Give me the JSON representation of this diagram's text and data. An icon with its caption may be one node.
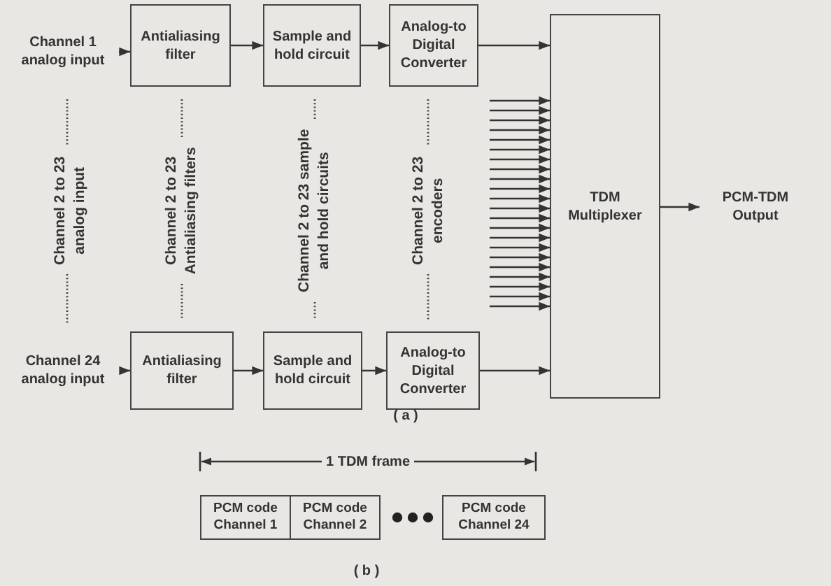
{
  "diagram": {
    "nodes": [
      {
        "text": [
          "Channel 1 analog input"
        ]
      },
      {
        "text": [
          "Antialiasing filter"
        ]
      },
      {
        "text": [
          "Sample and hold circuit"
        ]
      },
      {
        "text": [
          "Analog-to Digital Converter"
        ]
      },
      {
        "text": [
          "TDM Multiplexer"
        ]
      },
      {
        "text": [
          "PCM-TDM Output"
        ]
      },
      {
        "text": [
          "Channel 24 analog input"
        ]
      },
      {
        "text": [
          "Antialiasing filter"
        ]
      },
      {
        "text": [
          "Sample and hold circuit"
        ]
      },
      {
        "text": [
          "Analog-to Digital Converter"
        ]
      },
      {
        "text": [
          "PCM code Channel 1"
        ]
      },
      {
        "text": [
          "PCM code Channel 2"
        ]
      },
      {
        "text": [
          "PCM code Channel 24"
        ]
      }
    ],
    "edges": [
      {
        "from": 0,
        "to": 1,
        "arrow": "to"
      },
      {
        "from": 1,
        "to": 2,
        "arrow": "to"
      },
      {
        "from": 2,
        "to": 3,
        "arrow": "to"
      },
      {
        "from": 3,
        "to": 4,
        "arrow": "to"
      },
      {
        "from": null,
        "to": 4,
        "arrow": "to"
      },
      {
        "from": null,
        "to": 4,
        "arrow": "to"
      },
      {
        "from": null,
        "to": 4,
        "arrow": "to"
      },
      {
        "from": null,
        "to": 4,
        "arrow": "to"
      },
      {
        "from": null,
        "to": 4,
        "arrow": "to"
      },
      {
        "from": null,
        "to": 4,
        "arrow": "to"
      },
      {
        "from": null,
        "to": 4,
        "arrow": "to"
      },
      {
        "from": null,
        "to": 4,
        "arrow": "to"
      },
      {
        "from": null,
        "to": 4,
        "arrow": "to"
      },
      {
        "from": null,
        "to": 4,
        "arrow": "to"
      },
      {
        "from": null,
        "to": 4,
        "arrow": "to"
      },
      {
        "from": null,
        "to": 4,
        "arrow": "to"
      },
      {
        "from": null,
        "to": 4,
        "arrow": "to"
      },
      {
        "from": null,
        "to": 4,
        "arrow": "to"
      },
      {
        "from": null,
        "to": 4,
        "arrow": "to"
      },
      {
        "from": null,
        "to": 4,
        "arrow": "to"
      },
      {
        "from": null,
        "to": 4,
        "arrow": "to"
      },
      {
        "from": null,
        "to": 4,
        "arrow": "to"
      },
      {
        "from": null,
        "to": 4,
        "arrow": "to"
      },
      {
        "from": null,
        "to": 4,
        "arrow": "to"
      },
      {
        "from": null,
        "to": 4,
        "arrow": "to"
      },
      {
        "from": null,
        "to": 4,
        "arrow": "to"
      },
      {
        "from": 6,
        "to": 7,
        "arrow": "to"
      },
      {
        "from": 7,
        "to": 8,
        "arrow": "to"
      },
      {
        "from": 8,
        "to": 9,
        "arrow": "to"
      },
      {
        "from": 9,
        "to": 4,
        "arrow": "to"
      },
      {
        "from": 4,
        "to": 5,
        "arrow": "to"
      }
    ],
    "labels": [
      "Channel 2 to 23 analog input",
      "Channel 2 to 23 Antialiasing filters",
      "Channel 2 to 23 sample and hold circuits",
      "Channel 2 to 23 encoders",
      "( a )",
      "1 TDM frame",
      "( b )"
    ]
  }
}
